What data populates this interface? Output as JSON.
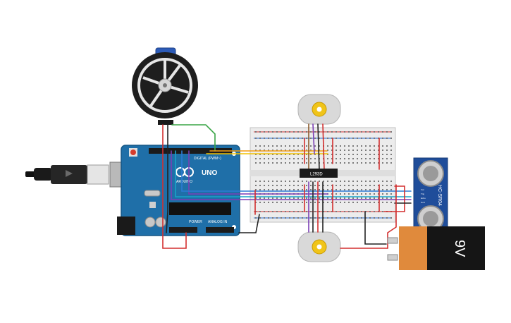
{
  "arduino": {
    "brand_label": "ARDUINO",
    "model_label": "UNO",
    "digital_label": "DIGITAL (PWM~)",
    "power_label": "POWER",
    "analog_label": "ANALOG IN",
    "board_color": "#1f6fa8"
  },
  "driver_ic": {
    "label": "L293D"
  },
  "sensor": {
    "label": "HC-SR04",
    "pins": [
      "Vcc",
      "Trig",
      "Echo",
      "Gnd"
    ]
  },
  "battery": {
    "label": "9V"
  },
  "wire_colors": {
    "red": "#d32f2f",
    "black": "#222222",
    "yellow": "#f2c200",
    "orange": "#f39c12",
    "purple": "#7b3fb5",
    "blue": "#2b7bd6",
    "cyan": "#19a3c9",
    "green": "#3aa547",
    "brown": "#8a5a2b"
  }
}
